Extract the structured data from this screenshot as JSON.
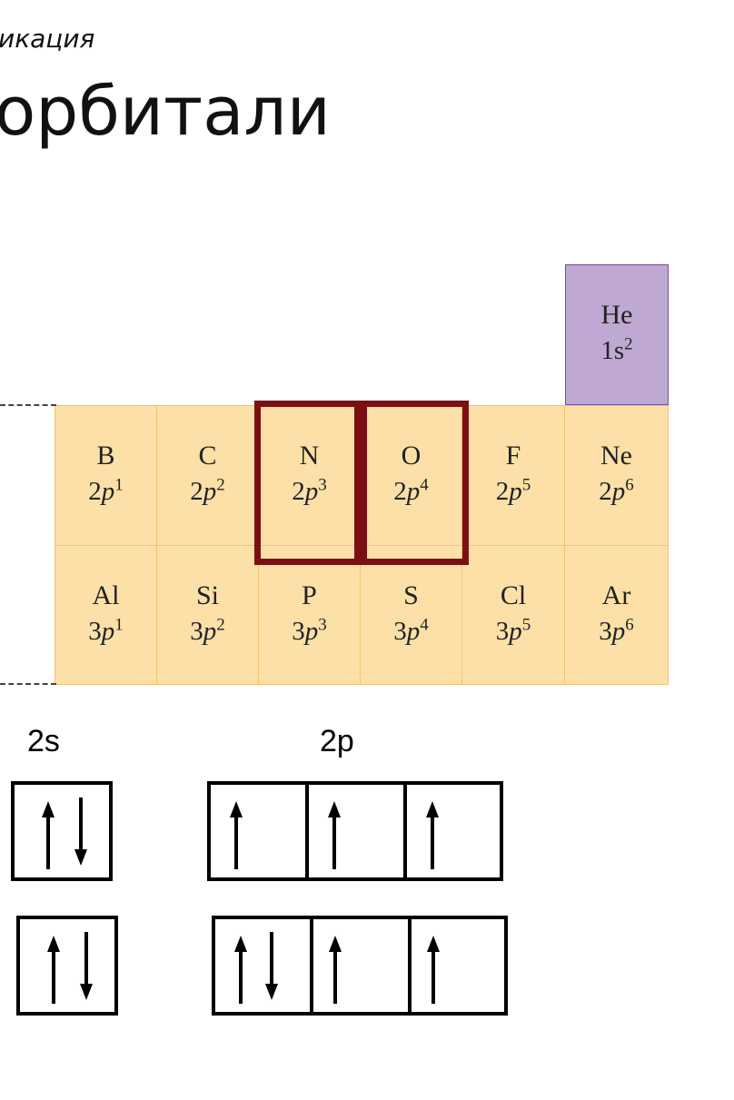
{
  "header": {
    "subtitle": "икация",
    "title": "орбитали"
  },
  "periodic_table": {
    "helium": {
      "symbol": "He",
      "orbital": "1s",
      "superscript": "2"
    },
    "row_2": [
      {
        "symbol": "B",
        "shell": "2",
        "orbital": "p",
        "superscript": "1"
      },
      {
        "symbol": "C",
        "shell": "2",
        "orbital": "p",
        "superscript": "2"
      },
      {
        "symbol": "N",
        "shell": "2",
        "orbital": "p",
        "superscript": "3"
      },
      {
        "symbol": "O",
        "shell": "2",
        "orbital": "p",
        "superscript": "4"
      },
      {
        "symbol": "F",
        "shell": "2",
        "orbital": "p",
        "superscript": "5"
      },
      {
        "symbol": "Ne",
        "shell": "2",
        "orbital": "p",
        "superscript": "6"
      }
    ],
    "row_3": [
      {
        "symbol": "Al",
        "shell": "3",
        "orbital": "p",
        "superscript": "1"
      },
      {
        "symbol": "Si",
        "shell": "3",
        "orbital": "p",
        "superscript": "2"
      },
      {
        "symbol": "P",
        "shell": "3",
        "orbital": "p",
        "superscript": "3"
      },
      {
        "symbol": "S",
        "shell": "3",
        "orbital": "p",
        "superscript": "4"
      },
      {
        "symbol": "Cl",
        "shell": "3",
        "orbital": "p",
        "superscript": "5"
      },
      {
        "symbol": "Ar",
        "shell": "3",
        "orbital": "p",
        "superscript": "6"
      }
    ],
    "highlighted": [
      "N",
      "O"
    ],
    "colors": {
      "p_block": "#fde0a8",
      "s_block": "#bfa8d2",
      "highlight": "#7c0f12"
    }
  },
  "orbital_diagram": {
    "label_2s": "2s",
    "label_2p": "2p",
    "rows": [
      {
        "s": "up-down",
        "p": [
          "up",
          "up",
          "up"
        ]
      },
      {
        "s": "up-down",
        "p": [
          "up-down",
          "up",
          "up"
        ]
      }
    ]
  }
}
